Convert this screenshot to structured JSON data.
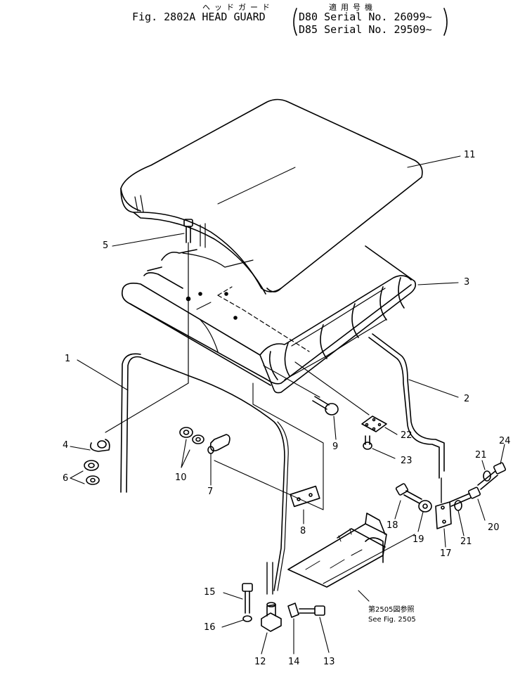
{
  "header": {
    "jp_title": "ヘッドガード",
    "jp_applicable": "適用号機",
    "fig": "Fig. 2802A HEAD GUARD",
    "serial1": "D80 Serial No. 26099~",
    "serial2": "D85 Serial No. 29509~"
  },
  "note": {
    "jp": "第2505図参照",
    "en": "See Fig. 2505"
  },
  "callouts": [
    "1",
    "2",
    "3",
    "4",
    "5",
    "6",
    "7",
    "8",
    "9",
    "10",
    "11",
    "12",
    "13",
    "14",
    "15",
    "16",
    "17",
    "18",
    "19",
    "20",
    "21",
    "21",
    "22",
    "23",
    "24"
  ]
}
